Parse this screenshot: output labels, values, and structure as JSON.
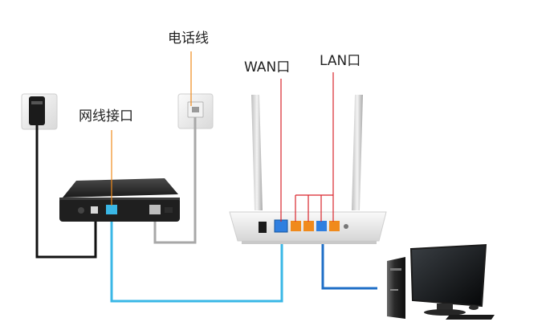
{
  "labels": {
    "phone_line": "电话线",
    "network_port": "网线接口",
    "wan_port": "WAN口",
    "lan_port": "LAN口"
  },
  "colors": {
    "wan_cable": "#3ab7e6",
    "lan_cable": "#1f6fc7",
    "phone_cable": "#a8a8a8",
    "power_cable": "#111111",
    "pointer_orange": "#f08a1c",
    "pointer_red": "#d9252c",
    "modem_body": "#1f1f1f",
    "router_body": "#f1f1f1"
  },
  "icons": [
    "power-adapter-icon",
    "phone-wall-jack-icon",
    "adsl-modem-icon",
    "wireless-router-icon",
    "desktop-computer-icon"
  ]
}
